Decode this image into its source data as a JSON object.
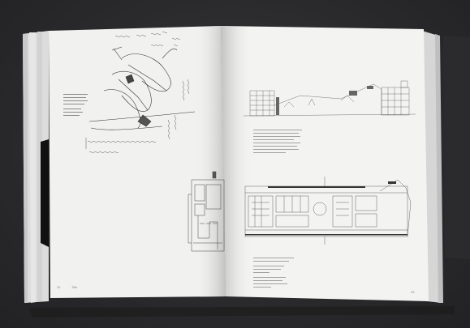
{
  "scene": {
    "description_none": "",
    "left_page": {
      "folio_number": "32",
      "folio_title": "Title",
      "caption_lines": [
        "",
        "",
        "",
        "",
        ""
      ]
    },
    "right_page": {
      "folio_number": "33",
      "elevation_caption_lines": [
        "",
        "",
        "",
        "",
        "",
        "",
        "",
        ""
      ],
      "plan_caption_lines": [
        "",
        "",
        "",
        "",
        "",
        "",
        "",
        "",
        ""
      ]
    }
  }
}
